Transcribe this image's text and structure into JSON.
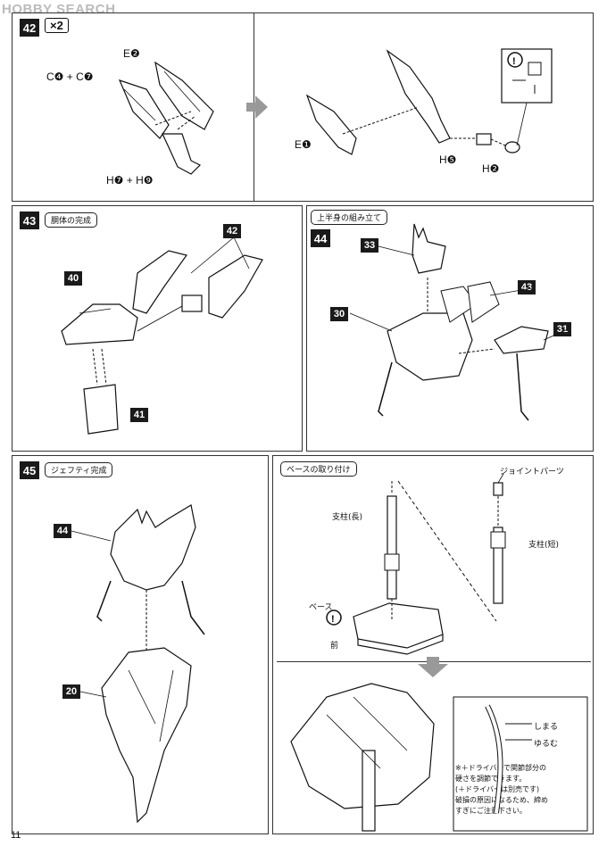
{
  "watermark": "HOBBY SEARCH",
  "page_number": "11",
  "steps": {
    "s42": {
      "num": "42",
      "mult": "×2",
      "labels": {
        "e2": "E❷",
        "c47": "C❹ + C❼",
        "h79": "H❼ + H❾",
        "e1": "E❶",
        "h5": "H❺",
        "h2": "H❷"
      },
      "arrow_down": "下"
    },
    "s43": {
      "num": "43",
      "caption": "胴体の完成",
      "parts": [
        "42",
        "40",
        "41"
      ]
    },
    "s44": {
      "num": "44",
      "caption": "上半身の組み立て",
      "parts": [
        "33",
        "43",
        "30",
        "31"
      ]
    },
    "s45": {
      "num": "45",
      "caption": "ジェフティ完成",
      "parts": [
        "44",
        "20"
      ]
    },
    "base": {
      "caption": "ベースの取り付け",
      "joint": "ジョイントパーツ",
      "pillar_long": "支柱(長)",
      "pillar_short": "支柱(短)",
      "base_label": "ベース",
      "front": "前",
      "tighten": "しまる",
      "loosen": "ゆるむ",
      "note": [
        "※＋ドライバーで関節部分の",
        "硬さを調節できます。",
        "(＋ドライバーは別売です)",
        "破損の原因になるため、締め",
        "すぎにご注意下さい。"
      ]
    }
  },
  "colors": {
    "ink": "#111111",
    "badge_bg": "#1a1a1a",
    "watermark": "#bbbbbb"
  }
}
